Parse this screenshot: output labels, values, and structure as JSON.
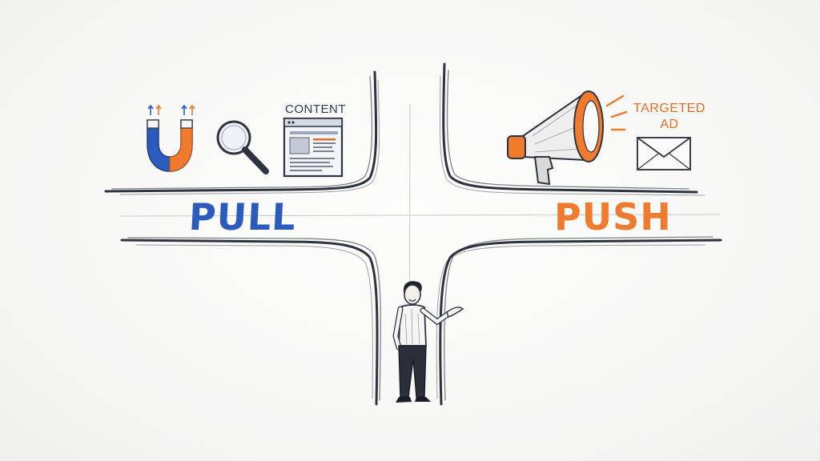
{
  "labels": {
    "pull": "PULL",
    "push": "PUSH",
    "content": "CONTENT",
    "targeted_line1": "TARGETED",
    "targeted_line2": "AD"
  },
  "colors": {
    "pull_blue": "#2a5bbd",
    "push_orange": "#f07a2e",
    "ink": "#3a3f4a"
  },
  "icons": {
    "pull_side": [
      "magnet-icon",
      "magnifying-glass-icon",
      "content-document-icon"
    ],
    "push_side": [
      "megaphone-icon",
      "envelope-icon"
    ]
  }
}
